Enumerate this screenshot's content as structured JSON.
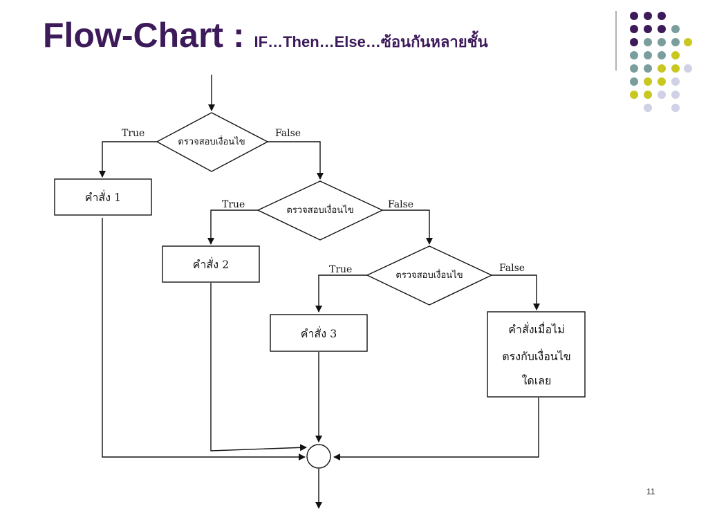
{
  "slide": {
    "title_main": "Flow-Chart : ",
    "title_sub": "IF…Then…Else…ซ้อนกันหลายชั้น",
    "page_number": "11"
  },
  "flowchart": {
    "decisions": [
      {
        "text": "ตรวจสอบเงื่อนไข",
        "true_label": "True",
        "false_label": "False"
      },
      {
        "text": "ตรวจสอบเงื่อนไข",
        "true_label": "True",
        "false_label": "False"
      },
      {
        "text": "ตรวจสอบเงื่อนไข",
        "true_label": "True",
        "false_label": "False"
      }
    ],
    "statements": [
      {
        "lines": [
          "คำสั่ง 1"
        ]
      },
      {
        "lines": [
          "คำสั่ง 2"
        ]
      },
      {
        "lines": [
          "คำสั่ง 3"
        ]
      },
      {
        "lines": [
          "คำสั่งเมื่อไม่",
          "ตรงกับเงื่อนไข",
          "ใดเลย"
        ]
      }
    ]
  },
  "colors": {
    "title": "#3d1a5a",
    "dot_purple": "#3d1a5a",
    "dot_teal": "#7a9e9e",
    "dot_yellow": "#c8c820",
    "dot_lavender": "#d0d0e6"
  }
}
